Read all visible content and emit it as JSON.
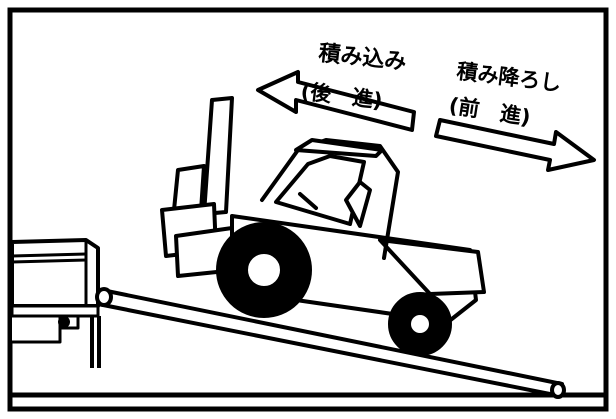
{
  "arrow_left": {
    "line1": "積み込み",
    "line2": "(後　進)"
  },
  "arrow_right": {
    "line1": "積み降ろし",
    "line2": "(前　進)"
  },
  "colors": {
    "ink": "#000000",
    "paper": "#ffffff"
  },
  "icons": [
    "forklift-icon",
    "truck-bed",
    "loading-ramp"
  ]
}
